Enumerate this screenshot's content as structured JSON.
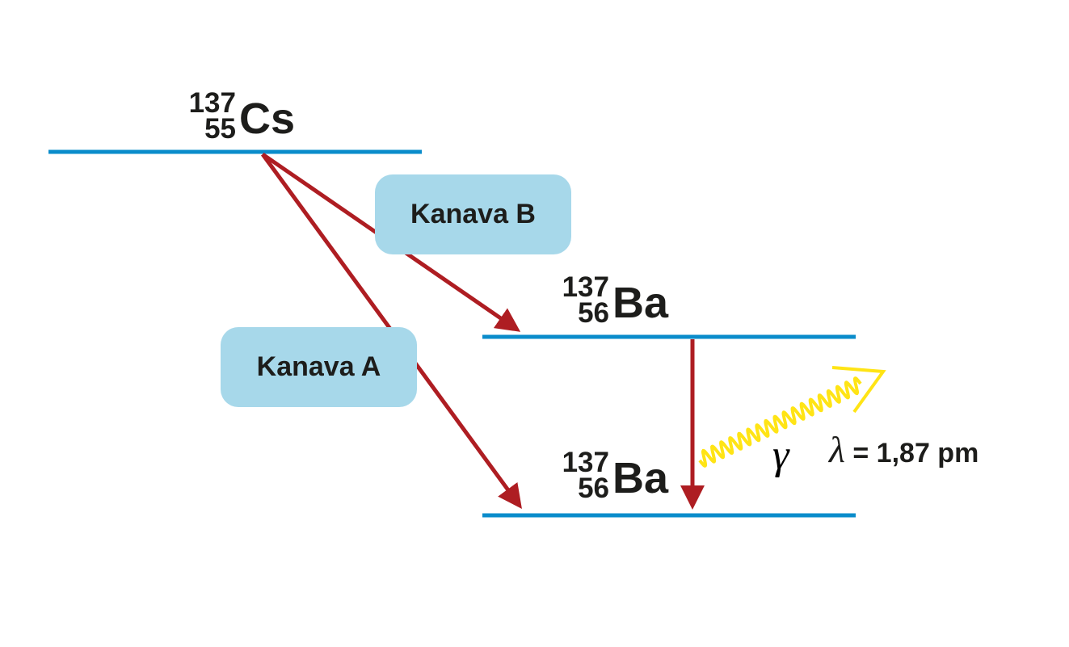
{
  "colors": {
    "level_line": "#0a8ccb",
    "arrow": "#ae1d22",
    "photon": "#ffe415",
    "label_box": "#a7d8ea",
    "text": "#1d1d1b"
  },
  "parent": {
    "mass": "137",
    "atomic": "55",
    "symbol": "Cs"
  },
  "daughter_excited": {
    "mass": "137",
    "atomic": "56",
    "symbol": "Ba"
  },
  "daughter_ground": {
    "mass": "137",
    "atomic": "56",
    "symbol": "Ba"
  },
  "channels": {
    "a": "Kanava A",
    "b": "Kanava B"
  },
  "gamma": {
    "symbol": "γ",
    "lambda_symbol": "λ",
    "lambda_value": " = 1,87 pm"
  }
}
